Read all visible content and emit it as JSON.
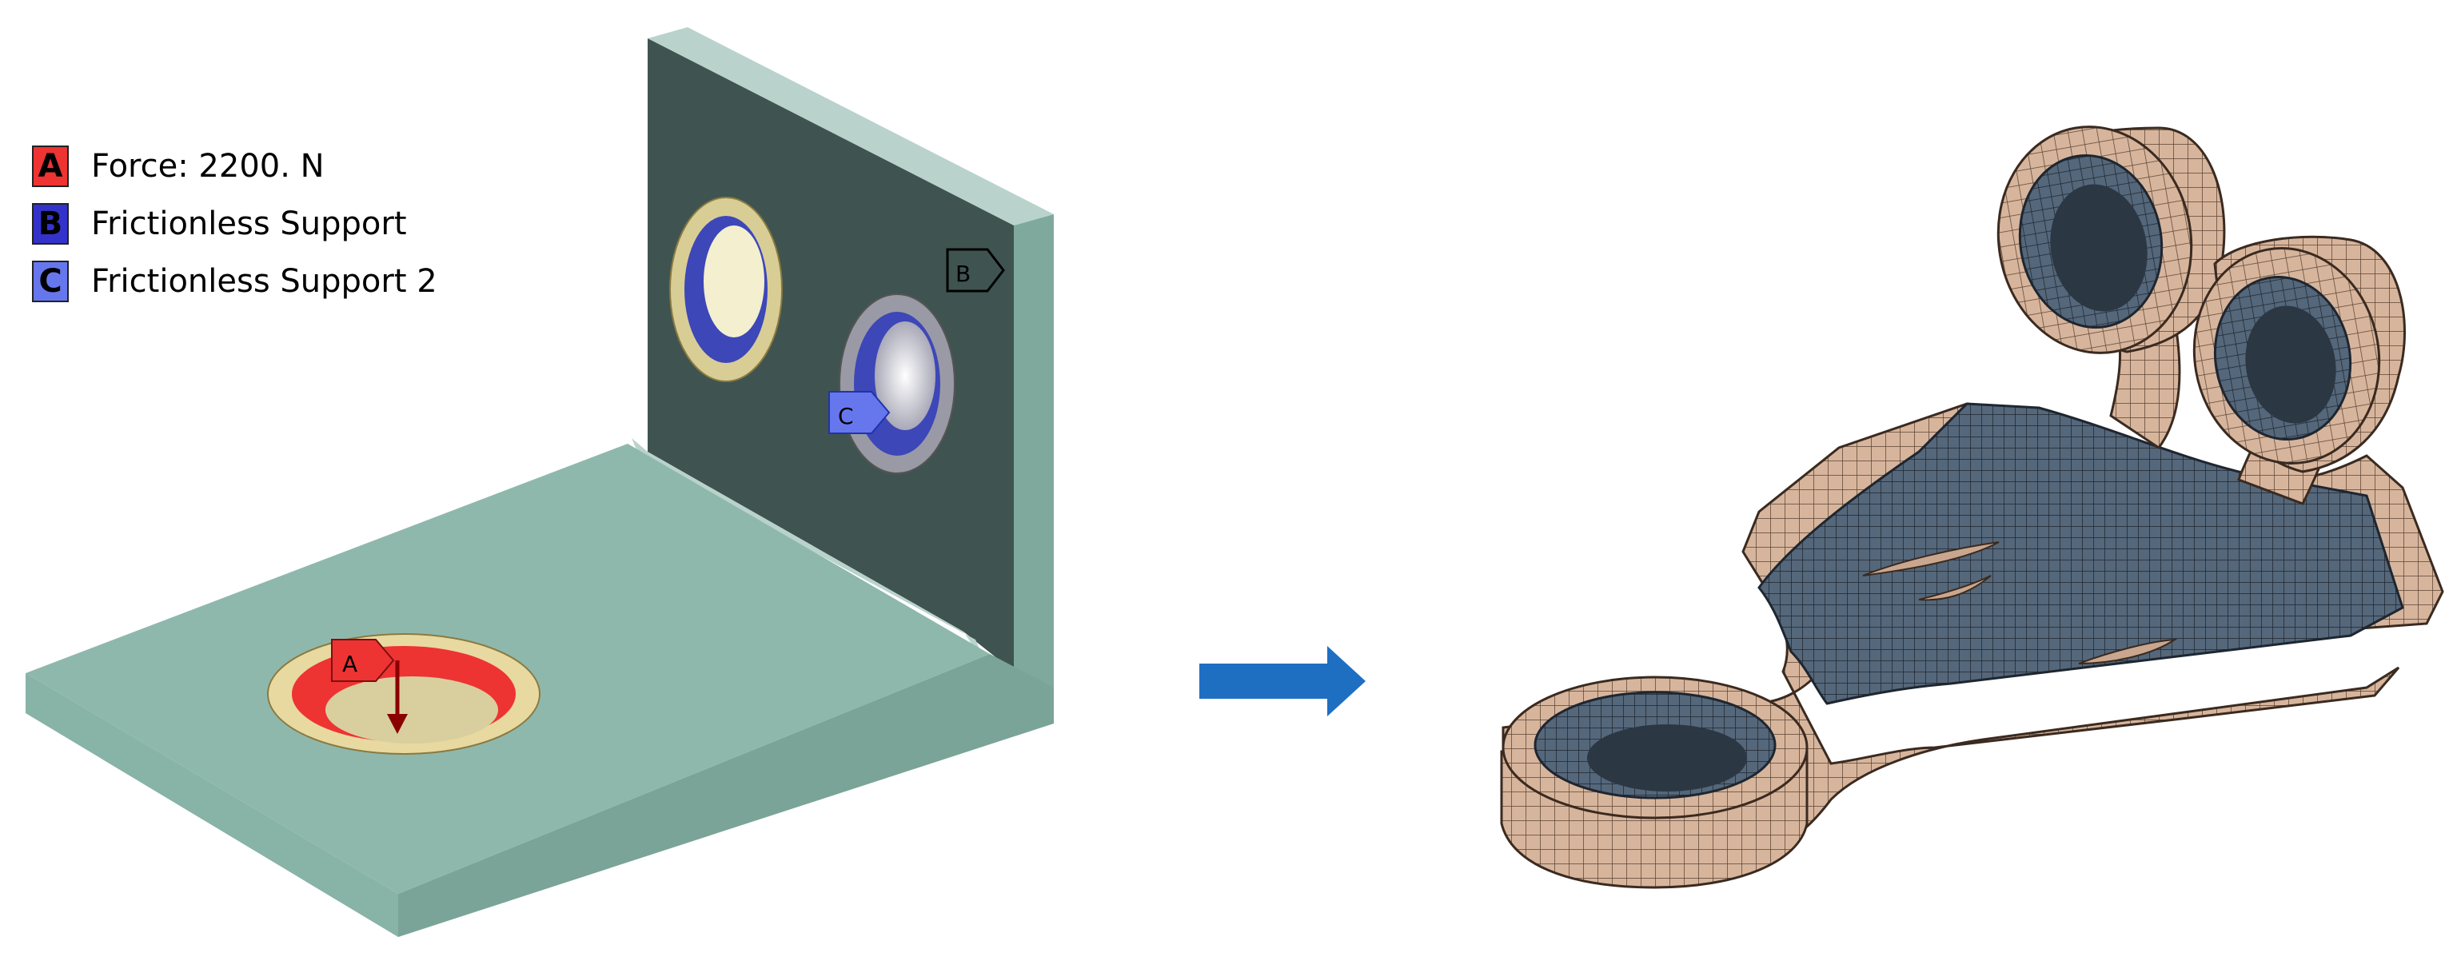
{
  "legend": {
    "items": [
      {
        "key": "A",
        "label": "Force: 2200. N",
        "color": "#ee3333"
      },
      {
        "key": "B",
        "label": "Frictionless Support",
        "color": "#3333cc"
      },
      {
        "key": "C",
        "label": "Frictionless Support 2",
        "color": "#6677ee"
      }
    ]
  },
  "markers": {
    "a": "A",
    "b": "B",
    "c": "C"
  },
  "colors": {
    "plate_top": "#8fb8ad",
    "plate_front": "#8cb6aa",
    "plate_side": "#79a497",
    "wall_face": "#3f5450",
    "mesh_blue": "#55677a",
    "mesh_tan": "#d7b59c",
    "arrow_blue": "#1e6fc2"
  },
  "icons": {
    "transition": "right-arrow-icon"
  }
}
